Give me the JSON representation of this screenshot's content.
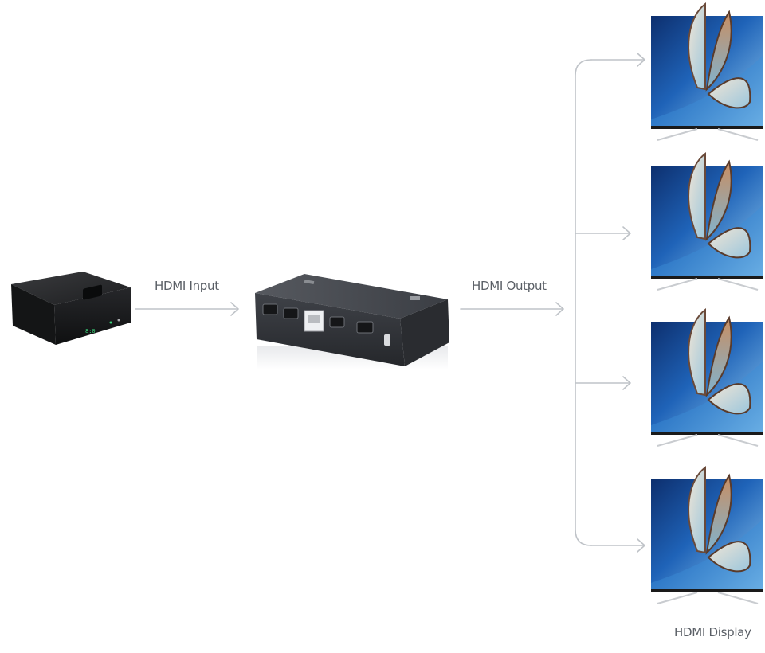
{
  "labels": {
    "input": "HDMI Input",
    "output": "HDMI Output",
    "display": "HDMI Display"
  },
  "colors": {
    "connector": "#bfc3c8",
    "label_text": "#5a5f66",
    "device_dark": "#1c1d1f",
    "splitter_body": "#3d4148",
    "screen_blue": "#1f63b8",
    "led_green": "#3cd47a"
  },
  "devices": {
    "source": "hdmi-source-box",
    "splitter": "hdmi-splitter-1x4",
    "displays": [
      "display-1",
      "display-2",
      "display-3",
      "display-4"
    ]
  }
}
